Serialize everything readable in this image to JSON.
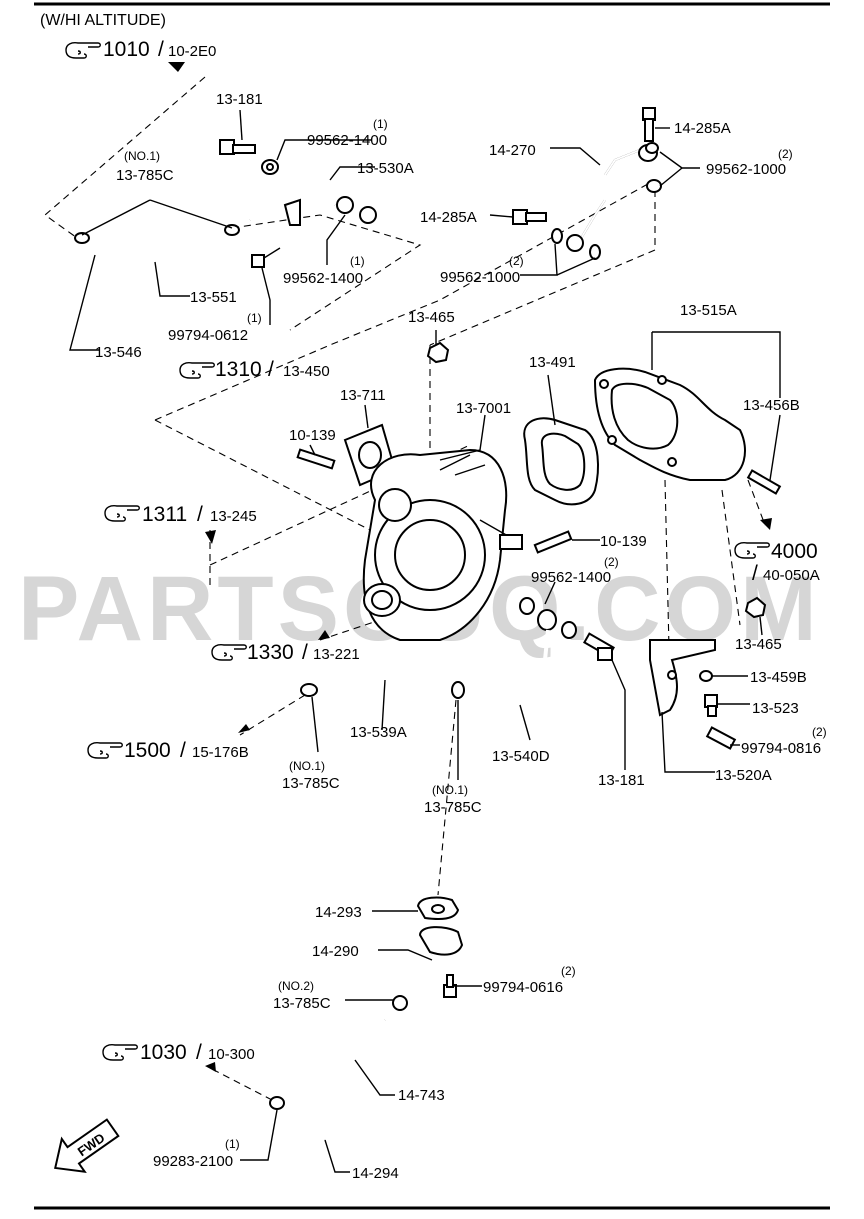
{
  "header": {
    "title": "(W/HI ALTITUDE)"
  },
  "watermark": "PARTSOUQ.COM",
  "refs": [
    {
      "main": "1010",
      "sub": "10-2E0"
    },
    {
      "main": "1310",
      "sub": "13-450"
    },
    {
      "main": "1311",
      "sub": "13-245"
    },
    {
      "main": "4000",
      "sub": "40-050A"
    },
    {
      "main": "1330",
      "sub": "13-221"
    },
    {
      "main": "1500",
      "sub": "15-176B"
    },
    {
      "main": "1030",
      "sub": "10-300"
    }
  ],
  "callouts": {
    "c13_181_top": "13-181",
    "c99562_1400_top_qty": "(1)",
    "c99562_1400_top": "99562-1400",
    "c13_785c_a_no": "(NO.1)",
    "c13_785c_a": "13-785C",
    "c13_530a": "13-530A",
    "c99562_1400_mid_qty": "(1)",
    "c99562_1400_mid": "99562-1400",
    "c13_551": "13-551",
    "c99794_0612_qty": "(1)",
    "c99794_0612": "99794-0612",
    "c13_546": "13-546",
    "c14_285a_top": "14-285A",
    "c14_270": "14-270",
    "c99562_1000_right_qty": "(2)",
    "c99562_1000_right": "99562-1000",
    "c14_285a_left": "14-285A",
    "c99562_1000_low_qty": "(2)",
    "c99562_1000_low": "99562-1000",
    "c13_465_top": "13-465",
    "c13_515a": "13-515A",
    "c13_491": "13-491",
    "c13_456b": "13-456B",
    "c13_711": "13-711",
    "c13_7001": "13-7001",
    "c10_139_left": "10-139",
    "c10_139_right": "10-139",
    "c99562_1400_low_qty": "(2)",
    "c99562_1400_low": "99562-1400",
    "c13_465_right": "13-465",
    "c13_459b": "13-459B",
    "c13_523": "13-523",
    "c99794_0816_qty": "(2)",
    "c99794_0816": "99794-0816",
    "c13_520a": "13-520A",
    "c13_539a": "13-539A",
    "c13_540d": "13-540D",
    "c13_181_low": "13-181",
    "c13_785c_b_no": "(NO.1)",
    "c13_785c_b": "13-785C",
    "c13_785c_c_no": "(NO.1)",
    "c13_785c_c": "13-785C",
    "c14_293": "14-293",
    "c14_290": "14-290",
    "c99794_0616_qty": "(2)",
    "c99794_0616": "99794-0616",
    "c13_785c_d_no": "(NO.2)",
    "c13_785c_d": "13-785C",
    "c14_743": "14-743",
    "c99283_2100_qty": "(1)",
    "c99283_2100": "99283-2100",
    "c14_294": "14-294"
  },
  "fwd_label": "FWD"
}
